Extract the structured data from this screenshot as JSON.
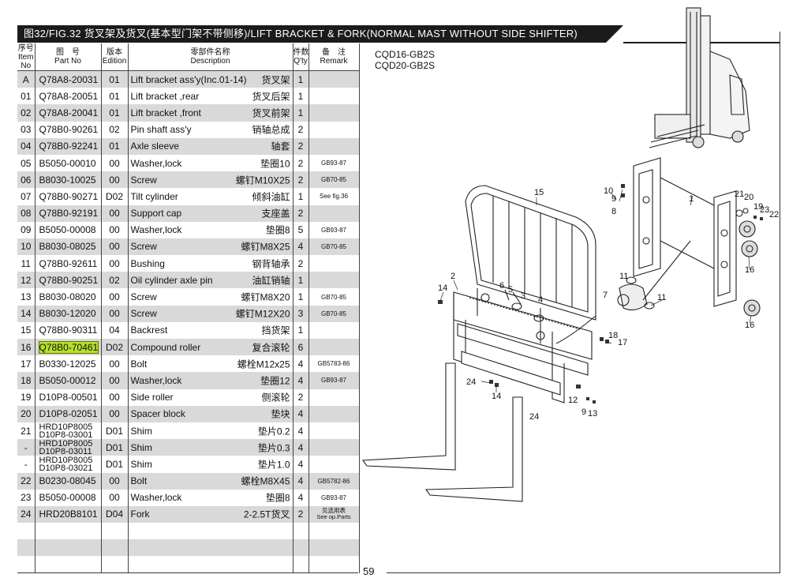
{
  "header": {
    "title": "图32/FIG.32    货叉架及货叉(基本型门架不带侧移)/LIFT BRACKET & FORK(NORMAL MAST WITHOUT SIDE SHIFTER)"
  },
  "models": [
    "CQD16-GB2S",
    "CQD20-GB2S"
  ],
  "table": {
    "headers": {
      "no_cn": "序号",
      "no_en1": "Item",
      "no_en2": "No",
      "pn_cn": "图　号",
      "pn_en": "Part No",
      "ed_cn": "版本",
      "ed_en": "Edition",
      "desc_cn": "零部件名称",
      "desc_en": "Description",
      "qty_cn": "件数",
      "qty_en": "Q'ty",
      "rem_cn": "备　注",
      "rem_en": "Remark"
    },
    "rows": [
      {
        "no": "A",
        "pn": "Q78A8-20031",
        "ed": "01",
        "en": "Lift bracket ass'y(Inc.01-14)",
        "cn": "货叉架",
        "qty": "1",
        "rem": ""
      },
      {
        "no": "01",
        "pn": "Q78A8-20051",
        "ed": "01",
        "en": "Lift bracket ,rear",
        "cn": "货叉后架",
        "qty": "1",
        "rem": ""
      },
      {
        "no": "02",
        "pn": "Q78A8-20041",
        "ed": "01",
        "en": "Lift bracket ,front",
        "cn": "货叉前架",
        "qty": "1",
        "rem": ""
      },
      {
        "no": "03",
        "pn": "Q78B0-90261",
        "ed": "02",
        "en": "Pin shaft ass'y",
        "cn": "销轴总成",
        "qty": "2",
        "rem": ""
      },
      {
        "no": "04",
        "pn": "Q78B0-92241",
        "ed": "01",
        "en": "Axle sleeve",
        "cn": "轴套",
        "qty": "2",
        "rem": ""
      },
      {
        "no": "05",
        "pn": "B5050-00010",
        "ed": "00",
        "en": "Washer,lock",
        "cn": "垫圈10",
        "qty": "2",
        "rem": "GB93-87"
      },
      {
        "no": "06",
        "pn": "B8030-10025",
        "ed": "00",
        "en": "Screw",
        "cn": "螺钉M10X25",
        "qty": "2",
        "rem": "GB70-85"
      },
      {
        "no": "07",
        "pn": "Q78B0-90271",
        "ed": "D02",
        "en": "Tilt cylinder",
        "cn": "倾斜油缸",
        "qty": "1",
        "rem": "See fig.36"
      },
      {
        "no": "08",
        "pn": "Q78B0-92191",
        "ed": "00",
        "en": "Support cap",
        "cn": "支座盖",
        "qty": "2",
        "rem": ""
      },
      {
        "no": "09",
        "pn": "B5050-00008",
        "ed": "00",
        "en": "Washer,lock",
        "cn": "垫圈8",
        "qty": "5",
        "rem": "GB93-87"
      },
      {
        "no": "10",
        "pn": "B8030-08025",
        "ed": "00",
        "en": "Screw",
        "cn": "螺钉M8X25",
        "qty": "4",
        "rem": "GB70-85"
      },
      {
        "no": "11",
        "pn": "Q78B0-92611",
        "ed": "00",
        "en": "Bushing",
        "cn": "钢背轴承",
        "qty": "2",
        "rem": ""
      },
      {
        "no": "12",
        "pn": "Q78B0-90251",
        "ed": "02",
        "en": "Oil cylinder axle pin",
        "cn": "油缸销轴",
        "qty": "1",
        "rem": ""
      },
      {
        "no": "13",
        "pn": "B8030-08020",
        "ed": "00",
        "en": "Screw",
        "cn": "螺钉M8X20",
        "qty": "1",
        "rem": "GB70-85"
      },
      {
        "no": "14",
        "pn": "B8030-12020",
        "ed": "00",
        "en": "Screw",
        "cn": "螺钉M12X20",
        "qty": "3",
        "rem": "GB70-85"
      },
      {
        "no": "15",
        "pn": "Q78B0-90311",
        "ed": "04",
        "en": "Backrest",
        "cn": "挡货架",
        "qty": "1",
        "rem": ""
      },
      {
        "no": "16",
        "pn": "Q78B0-70461",
        "ed": "D02",
        "en": "Compound roller",
        "cn": "复合滚轮",
        "qty": "6",
        "rem": ""
      },
      {
        "no": "17",
        "pn": "B0330-12025",
        "ed": "00",
        "en": "Bolt",
        "cn": "螺栓M12x25",
        "qty": "4",
        "rem": "GB5783-86"
      },
      {
        "no": "18",
        "pn": "B5050-00012",
        "ed": "00",
        "en": "Washer,lock",
        "cn": "垫圈12",
        "qty": "4",
        "rem": "GB93-87"
      },
      {
        "no": "19",
        "pn": "D10P8-00501",
        "ed": "00",
        "en": "Side roller",
        "cn": "侧滚轮",
        "qty": "2",
        "rem": ""
      },
      {
        "no": "20",
        "pn": "D10P8-02051",
        "ed": "00",
        "en": "Spacer block",
        "cn": "垫块",
        "qty": "4",
        "rem": ""
      },
      {
        "no": "21",
        "pn": "HRD10P8005",
        "pn2": "D10P8-03001",
        "ed": "D01",
        "en": "Shim",
        "cn": "垫片0.2",
        "qty": "4",
        "rem": ""
      },
      {
        "no": "-",
        "pn": "HRD10P8005",
        "pn2": "D10P8-03011",
        "ed": "D01",
        "en": "Shim",
        "cn": "垫片0.3",
        "qty": "4",
        "rem": ""
      },
      {
        "no": "-",
        "pn": "HRD10P8005",
        "pn2": "D10P8-03021",
        "ed": "D01",
        "en": "Shim",
        "cn": "垫片1.0",
        "qty": "4",
        "rem": ""
      },
      {
        "no": "22",
        "pn": "B0230-08045",
        "ed": "00",
        "en": "Bolt",
        "cn": "螺栓M8X45",
        "qty": "4",
        "rem": "GB5782-86"
      },
      {
        "no": "23",
        "pn": "B5050-00008",
        "ed": "00",
        "en": "Washer,lock",
        "cn": "垫圈8",
        "qty": "4",
        "rem": "GB93-87"
      },
      {
        "no": "24",
        "pn": "HRD20B8101",
        "ed": "D04",
        "en": "Fork",
        "cn": "2-2.5T货叉",
        "qty": "2",
        "rem": "见选用表",
        "rem2": "See op.Parts"
      }
    ]
  },
  "highlight_row_index": 16,
  "diagram_callouts": {
    "c1": "1",
    "c2": "2",
    "c3": "3",
    "c4": "4",
    "c5": "5",
    "c6": "6",
    "c7": "7",
    "c8": "8",
    "c9a": "9",
    "c9b": "9",
    "c10": "10",
    "c11a": "11",
    "c11b": "11",
    "c12": "12",
    "c13": "13",
    "c14a": "14",
    "c14b": "14",
    "c15": "15",
    "c16a": "16",
    "c16b": "16",
    "c17": "17",
    "c18": "18",
    "c19": "19",
    "c20": "20",
    "c21": "21",
    "c22": "22",
    "c23": "23",
    "c24a": "24",
    "c24b": "24"
  },
  "page_number": "59",
  "colors": {
    "title_bg": "#1b1b1b",
    "row_shade": "#d9d9d9",
    "highlight": "#b6e02a"
  }
}
